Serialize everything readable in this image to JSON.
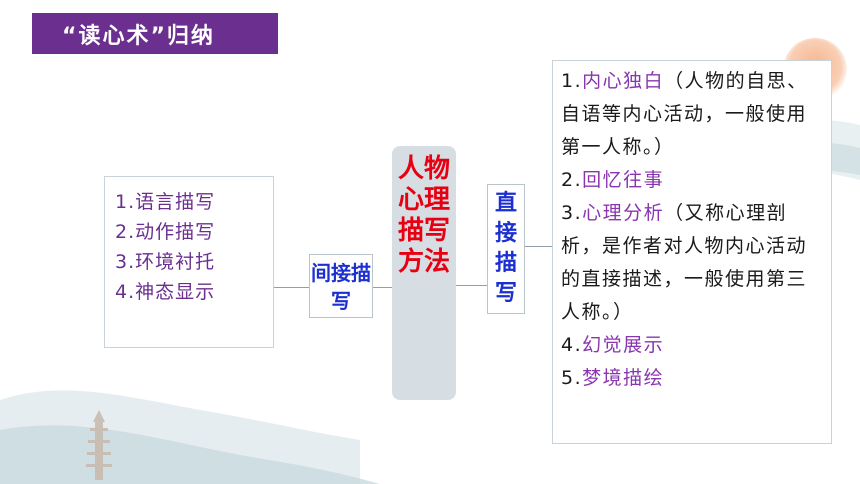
{
  "title": "“读心术”归纳",
  "center_label": "人物心理描写方法",
  "indirect": {
    "label": "间接描写",
    "items": [
      {
        "num": "1.",
        "text": "语言描写"
      },
      {
        "num": "2.",
        "text": "动作描写"
      },
      {
        "num": "3.",
        "text": "环境衬托"
      },
      {
        "num": "4.",
        "text": "神态显示"
      }
    ]
  },
  "direct": {
    "label": "直接描写",
    "items": [
      {
        "num": "1.",
        "key": "内心独白",
        "desc": "（人物的自思、自语等内心活动，一般使用第一人称。）"
      },
      {
        "num": "2.",
        "key": "回忆往事",
        "desc": ""
      },
      {
        "num": "3.",
        "key": "心理分析",
        "desc": "（又称心理剖析，是作者对人物内心活动的直接描述，一般使用第三人称。）"
      },
      {
        "num": "4.",
        "key": "幻觉展示",
        "desc": ""
      },
      {
        "num": "5.",
        "key": "梦境描绘",
        "desc": ""
      }
    ]
  },
  "colors": {
    "banner": "#6b2f8f",
    "center_text": "#e60012",
    "label_text": "#1c2fd1",
    "keyword": "#8a35b0"
  }
}
